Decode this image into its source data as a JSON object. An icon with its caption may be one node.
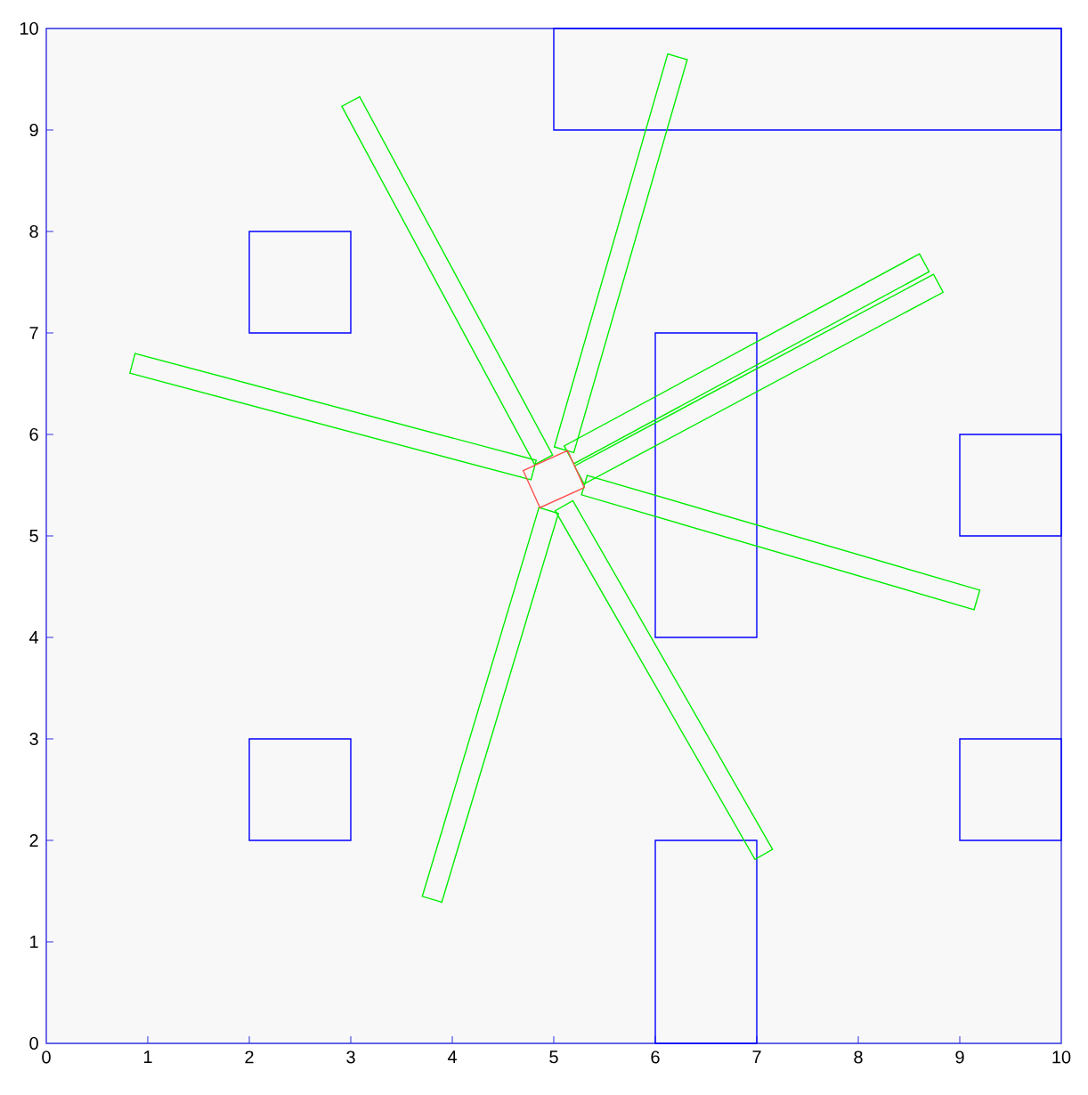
{
  "diagram": {
    "nodes": [
      {
        "text": [],
        "shape": "box"
      },
      {
        "text": [],
        "shape": "box"
      },
      {
        "text": [],
        "shape": "box"
      },
      {
        "text": [],
        "shape": "box"
      },
      {
        "text": [],
        "shape": "box"
      },
      {
        "text": [],
        "shape": "box"
      },
      {
        "text": [],
        "shape": "box"
      },
      {
        "text": [],
        "shape": "bar"
      },
      {
        "text": [],
        "shape": "bar"
      },
      {
        "text": [],
        "shape": "bar"
      },
      {
        "text": [],
        "shape": "bar"
      },
      {
        "text": [],
        "shape": "bar"
      },
      {
        "text": [],
        "shape": "bar"
      },
      {
        "text": [],
        "shape": "bar"
      },
      {
        "text": [],
        "shape": "bar"
      },
      {
        "text": [],
        "shape": "diamond"
      }
    ],
    "labels": [
      "10",
      "9",
      "8",
      "7",
      "6",
      "5",
      "4",
      "3",
      "2",
      "1",
      "0",
      "0",
      "1",
      "2",
      "3",
      "4",
      "5",
      "6",
      "7",
      "8",
      "9",
      "10"
    ]
  }
}
